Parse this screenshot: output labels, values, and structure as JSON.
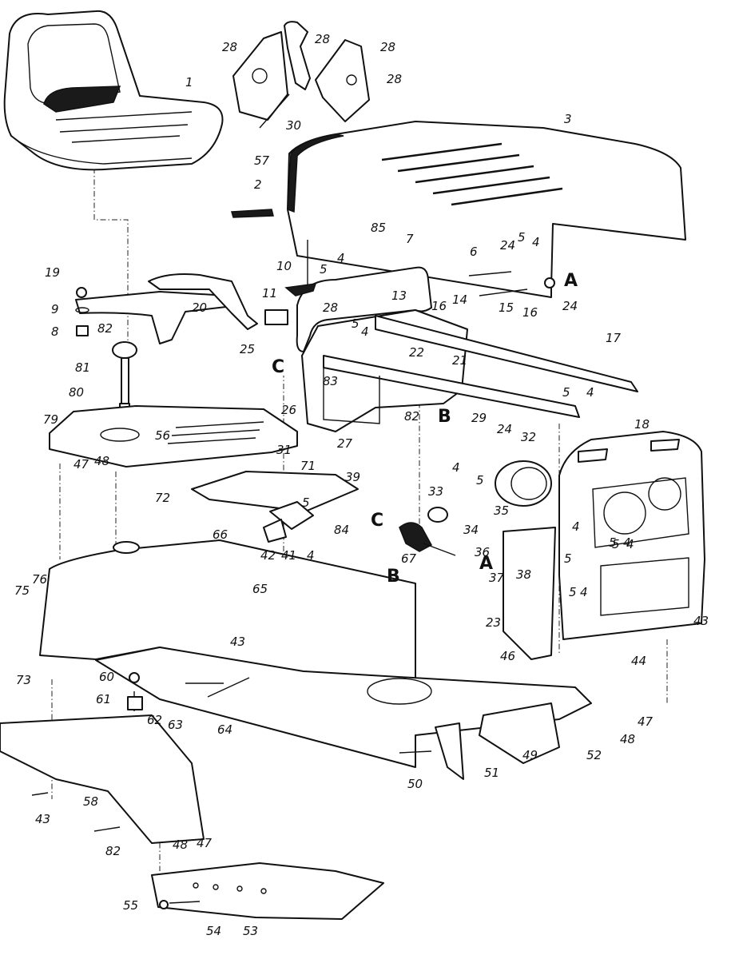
{
  "callouts": [
    "1",
    "28",
    "28",
    "28",
    "28",
    "30",
    "3",
    "57",
    "2",
    "85",
    "7",
    "10",
    "5",
    "4",
    "11",
    "28",
    "13",
    "6",
    "24",
    "5",
    "4",
    "15",
    "16",
    "24",
    "19",
    "9",
    "8",
    "82",
    "20",
    "16",
    "14",
    "22",
    "21",
    "17",
    "25",
    "26",
    "83",
    "81",
    "80",
    "82",
    "29",
    "27",
    "5",
    "4",
    "24",
    "32",
    "18",
    "79",
    "56",
    "31",
    "71",
    "39",
    "47",
    "48",
    "72",
    "66",
    "84",
    "5",
    "42",
    "41",
    "4",
    "33",
    "35",
    "34",
    "36",
    "5",
    "4",
    "4",
    "5",
    "67",
    "38",
    "37",
    "76",
    "65",
    "75",
    "23",
    "5",
    "4",
    "43",
    "43",
    "73",
    "60",
    "61",
    "62",
    "63",
    "64",
    "46",
    "44",
    "47",
    "48",
    "50",
    "51",
    "49",
    "52",
    "43",
    "58",
    "82",
    "48",
    "47",
    "55",
    "54",
    "53",
    "4",
    "5",
    "4",
    "5",
    "5",
    "4"
  ],
  "reference_letters": [
    "A",
    "A",
    "B",
    "B",
    "C",
    "C"
  ]
}
